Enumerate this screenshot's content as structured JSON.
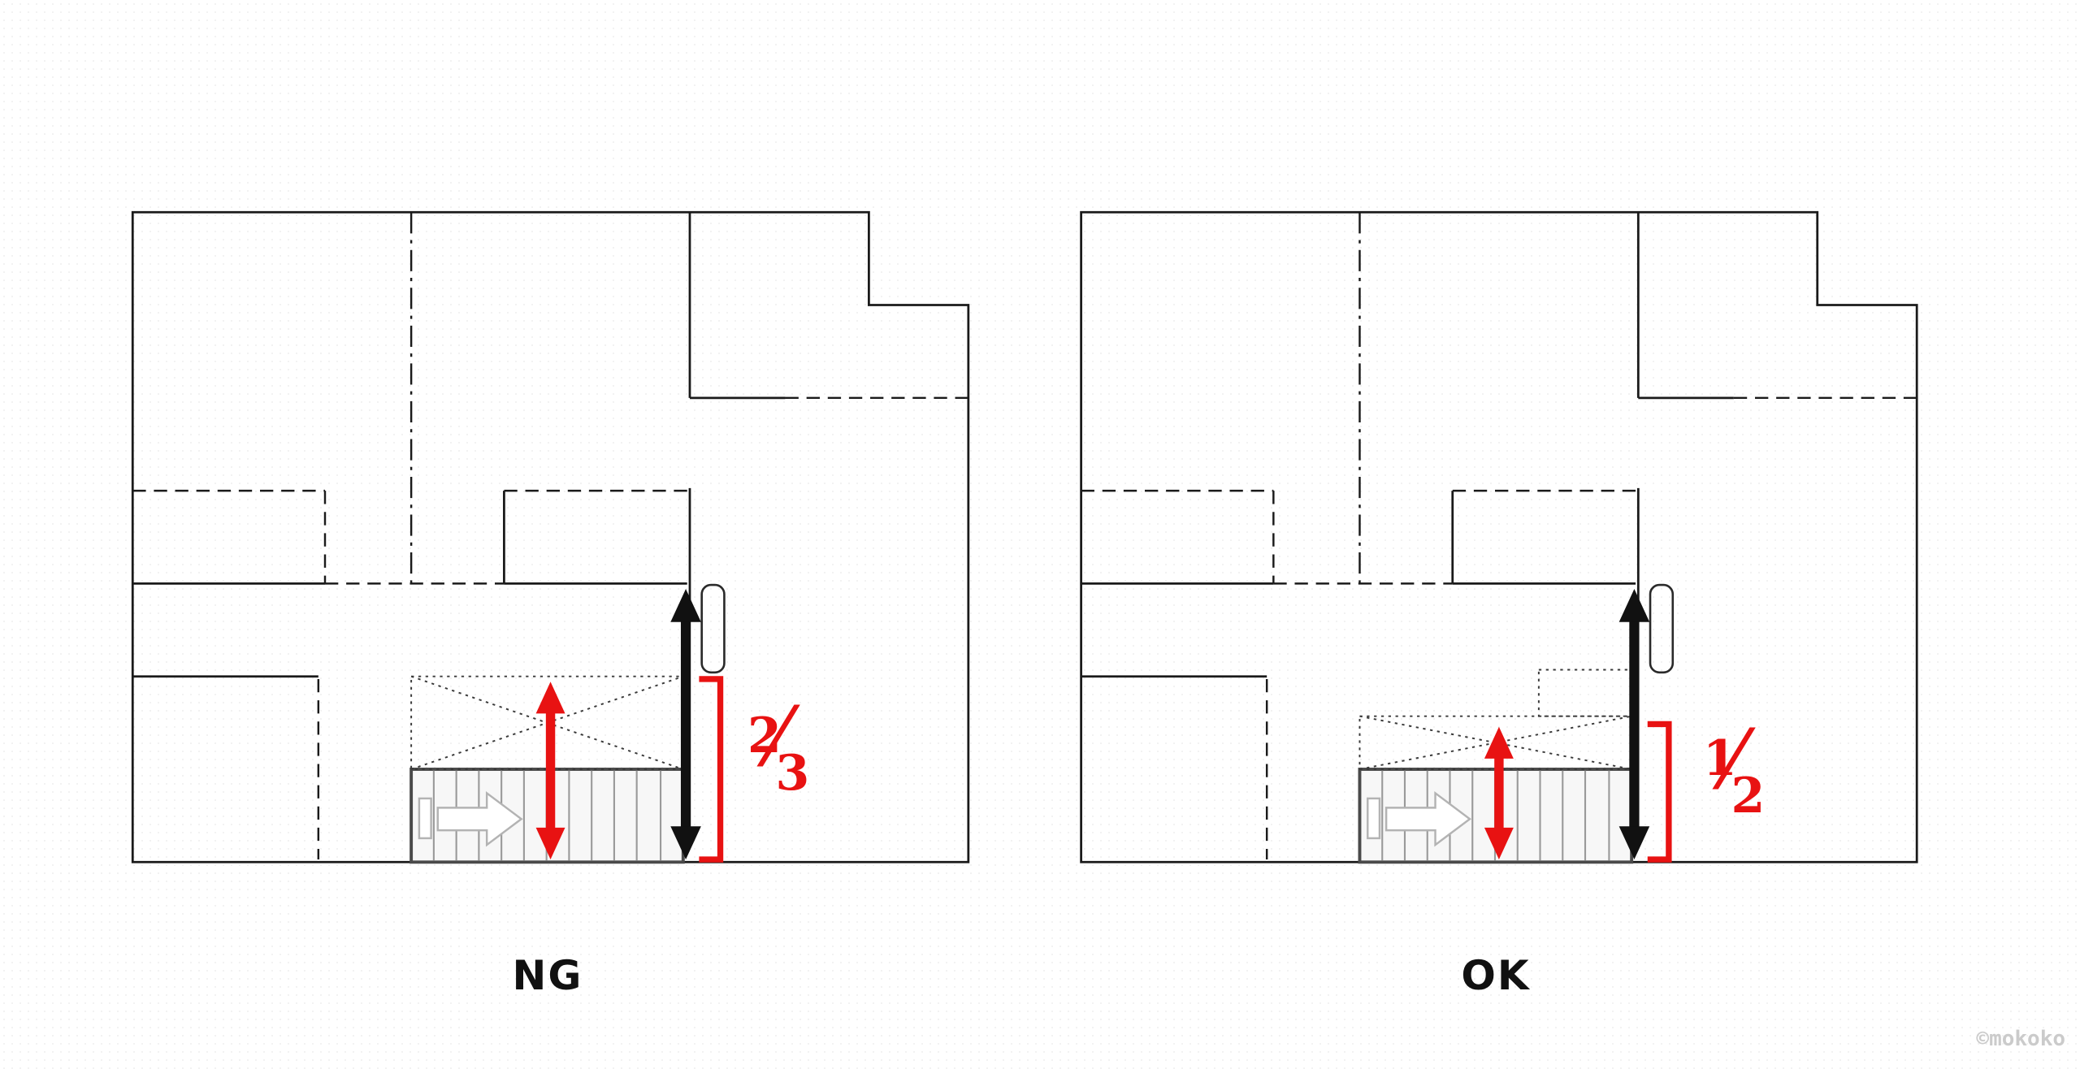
{
  "page": {
    "background": "#ffffff",
    "watermark": "©mokoko"
  },
  "colors": {
    "wall": "#1a1a1a",
    "accent_red": "#e81212",
    "arrow_black": "#111111",
    "stair_gray": "#9a9a9a",
    "watermark_gray": "#cbcbcb"
  },
  "panels": [
    {
      "caption": "NG",
      "ratio": {
        "numerator": "2",
        "slash": "⁄",
        "denominator": "3",
        "display": "2/3"
      }
    },
    {
      "caption": "OK",
      "ratio": {
        "numerator": "1",
        "slash": "⁄",
        "denominator": "2",
        "display": "1/2"
      }
    }
  ]
}
